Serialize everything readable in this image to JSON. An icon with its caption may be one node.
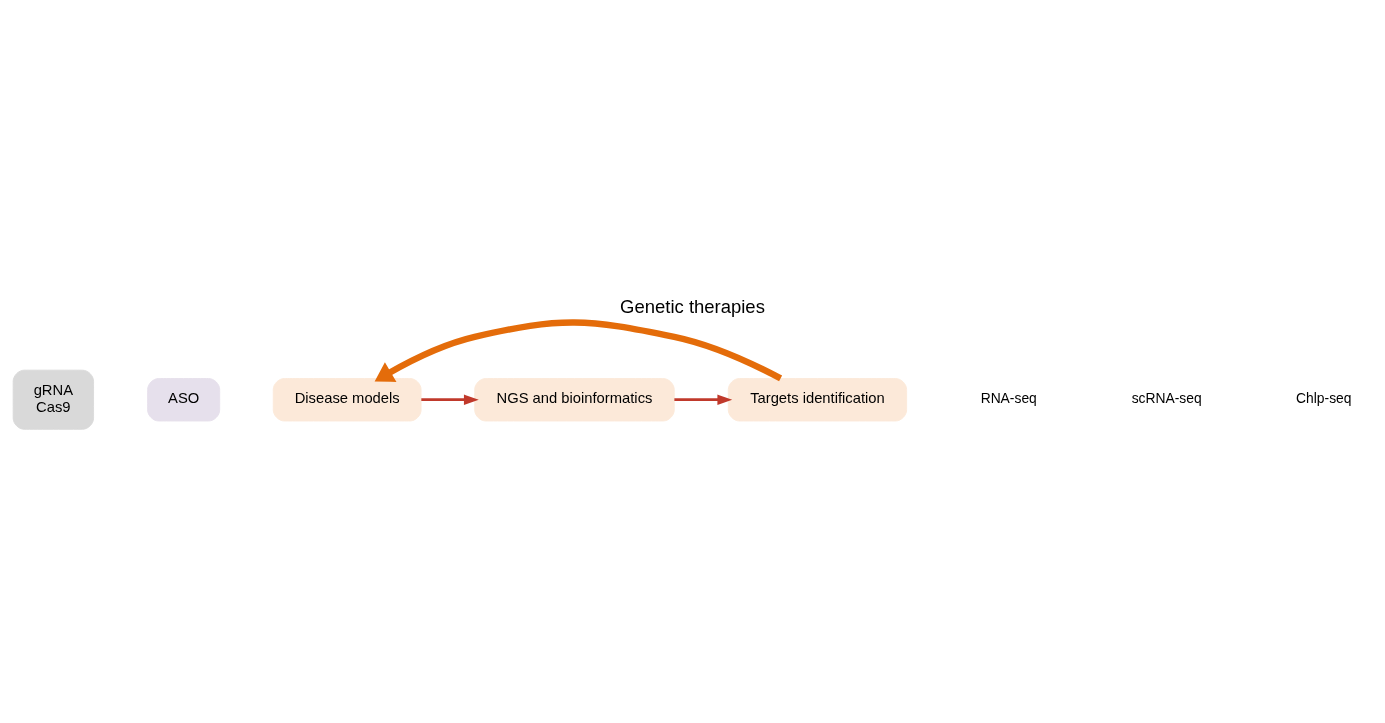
{
  "diagram": {
    "title": "Genetic therapies",
    "nodes": [
      {
        "text": [
          "gRNA",
          "Cas9"
        ]
      },
      {
        "text": [
          "ASO"
        ]
      },
      {
        "text": [
          "Disease models"
        ]
      },
      {
        "text": [
          "NGS and bioinformatics"
        ]
      },
      {
        "text": [
          "Targets identification"
        ]
      }
    ],
    "edges": [
      {
        "from": 2,
        "to": 3,
        "arrow": "to"
      },
      {
        "from": 3,
        "to": 4,
        "arrow": "to"
      },
      {
        "from": 4,
        "to": 2,
        "arrow": "to",
        "style": "thick",
        "color": "#e46c0a"
      }
    ],
    "labels": [
      "RNA-seq",
      "scRNA-seq",
      "Chlp-seq"
    ]
  }
}
